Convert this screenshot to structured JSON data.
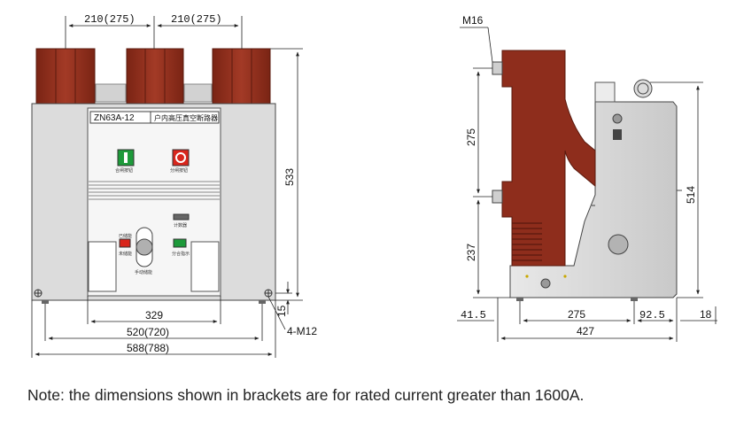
{
  "front_view": {
    "model_label": "ZN63A-12",
    "product_label": "户内高压真空断路器",
    "close_button_caption": "合闸按钮",
    "open_button_caption": "分闸按钮",
    "counter_caption": "计数器",
    "stored_label": "已储能",
    "not_stored_label": "未储能",
    "indicator_caption": "分合指示",
    "manual_charge_caption": "手动储能",
    "dim_top_left": "210(275)",
    "dim_top_right": "210(275)",
    "dim_height": "533",
    "dim_329": "329",
    "dim_520": "520(720)",
    "dim_588": "588(788)",
    "dim_15": "15",
    "dim_bolts": "4-M12"
  },
  "side_view": {
    "dim_m16": "M16",
    "dim_275_vertical": "275",
    "dim_237": "237",
    "dim_514": "514",
    "dim_41_5": "41.5",
    "dim_275_horizontal": "275",
    "dim_92_5": "92.5",
    "dim_18": "18",
    "dim_427": "427"
  },
  "note": "Note: the dimensions shown in brackets are for rated current greater than 1600A.",
  "colors": {
    "insulator_red": "#8e2d1c",
    "panel_grey": "#dcdcdc",
    "close_green": "#1d9a3a",
    "open_red": "#d9261c"
  }
}
